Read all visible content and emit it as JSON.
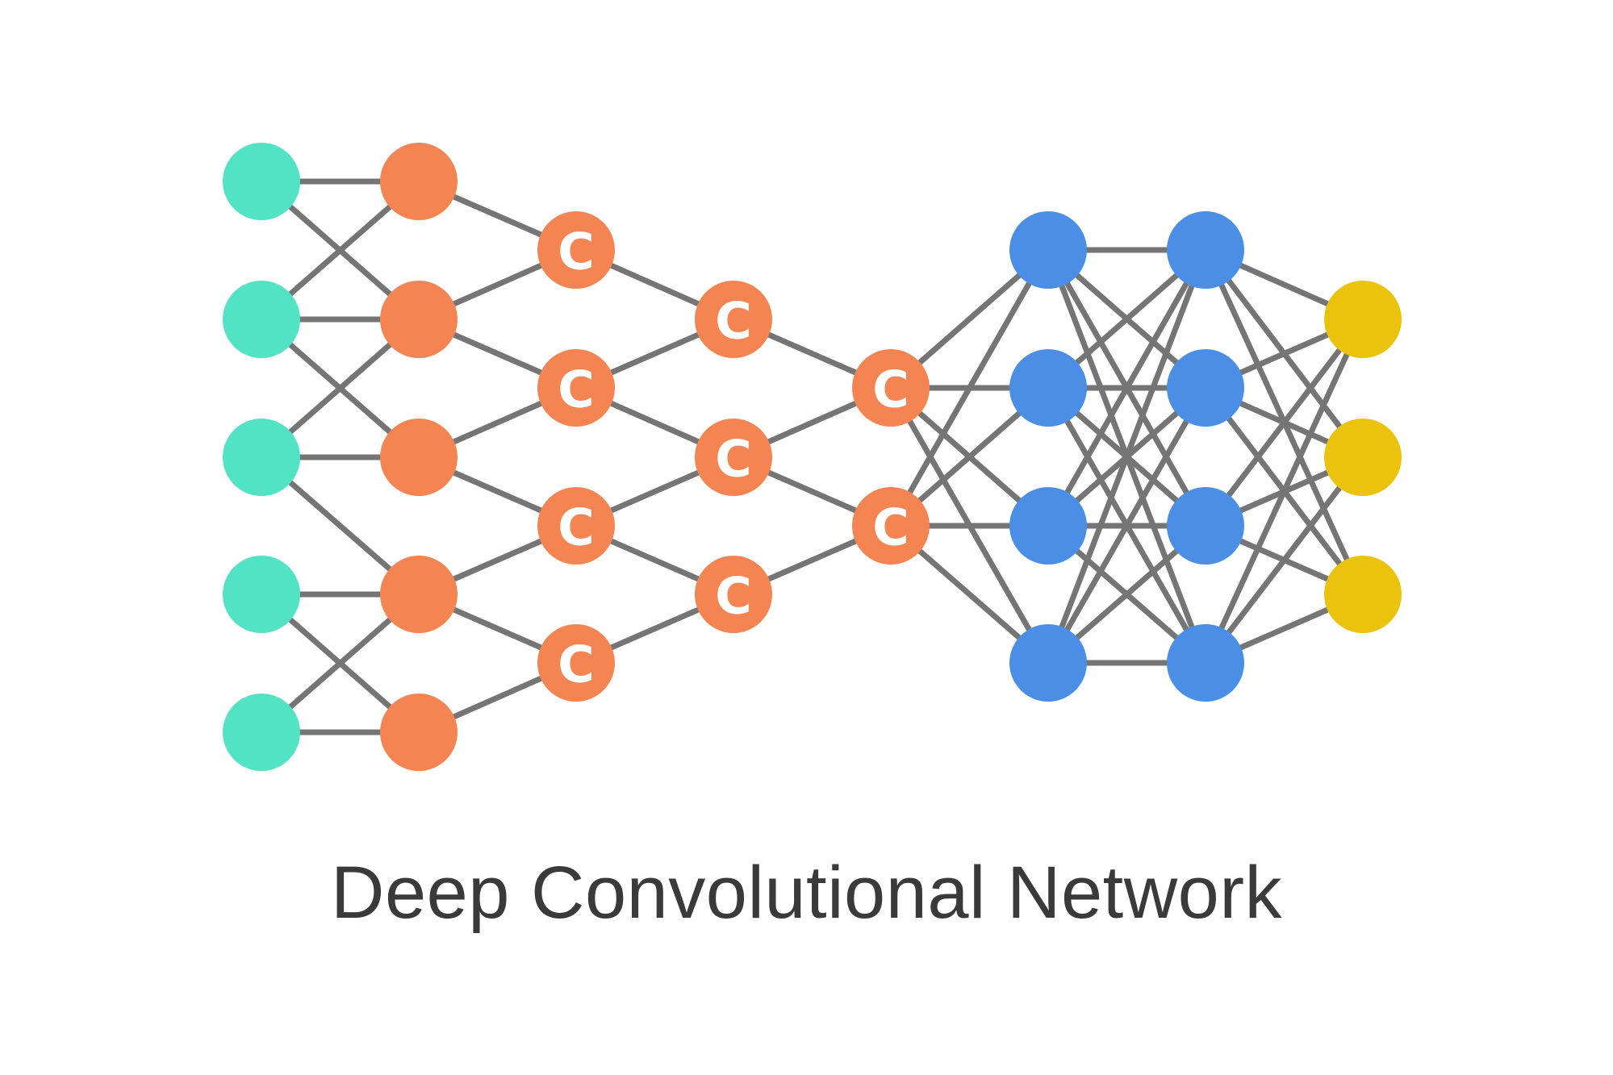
{
  "diagram": {
    "caption": "Deep Convolutional Network",
    "node_label": "C",
    "colors": {
      "edge": "#757575",
      "input": "#52e2c4",
      "hidden": "#f48552",
      "convolution": "#f48552",
      "dense": "#4a8fe5",
      "output": "#ebc30e",
      "label": "#ffffff"
    },
    "layers": [
      {
        "id": "input",
        "type": "input",
        "count": 5
      },
      {
        "id": "hidden",
        "type": "hidden",
        "count": 5
      },
      {
        "id": "conv1",
        "type": "convolution",
        "count": 4
      },
      {
        "id": "conv2",
        "type": "convolution",
        "count": 3
      },
      {
        "id": "conv3",
        "type": "convolution",
        "count": 2
      },
      {
        "id": "dense1",
        "type": "dense",
        "count": 4
      },
      {
        "id": "dense2",
        "type": "dense",
        "count": 4
      },
      {
        "id": "output",
        "type": "output",
        "count": 3
      }
    ],
    "connections": [
      {
        "from": "input",
        "to": "hidden",
        "pattern": "local-cross"
      },
      {
        "from": "hidden",
        "to": "conv1",
        "pattern": "local-pair"
      },
      {
        "from": "conv1",
        "to": "conv2",
        "pattern": "local-pair"
      },
      {
        "from": "conv2",
        "to": "conv3",
        "pattern": "local-pair"
      },
      {
        "from": "conv3",
        "to": "dense1",
        "pattern": "full"
      },
      {
        "from": "dense1",
        "to": "dense2",
        "pattern": "full"
      },
      {
        "from": "dense2",
        "to": "output",
        "pattern": "full"
      }
    ]
  }
}
